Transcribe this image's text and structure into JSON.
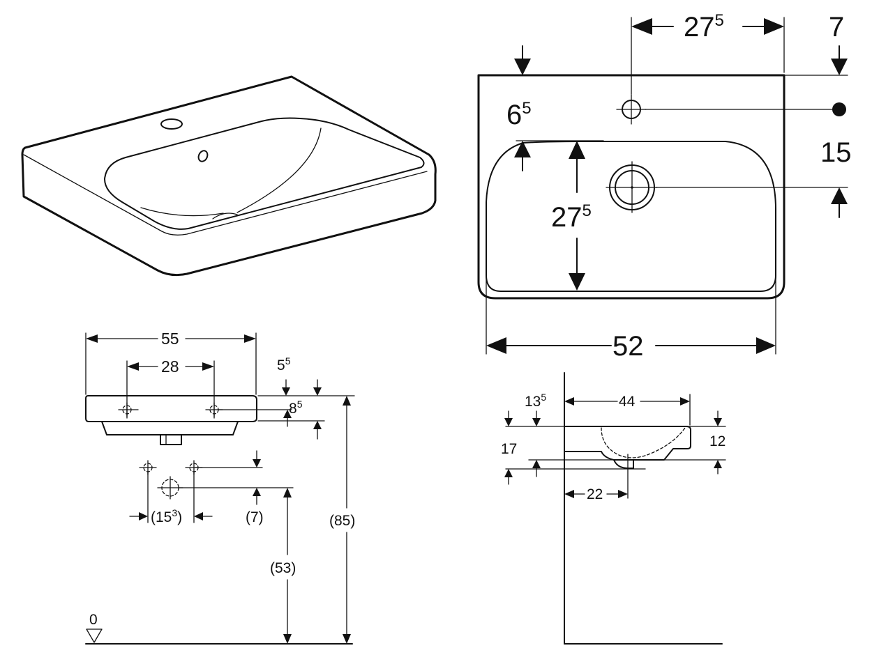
{
  "top_view": {
    "d1_main": "27",
    "d1_sup": "5",
    "d2": "7",
    "d3_main": "6",
    "d3_sup": "5",
    "d4": "15",
    "d5_main": "27",
    "d5_sup": "5",
    "d6": "52"
  },
  "front_view": {
    "d1": "55",
    "d2": "28",
    "d3_main": "5",
    "d3_sup": "5",
    "d4_main": "8",
    "d4_sup": "5",
    "d5_pre": "(15",
    "d5_sup": "3",
    "d5_post": ")",
    "d6": "(7)",
    "d7": "(85)",
    "d8": "(53)",
    "floor_label": "0"
  },
  "side_view": {
    "d1_main": "13",
    "d1_sup": "5",
    "d2": "44",
    "d3": "17",
    "d4": "12",
    "d5": "22"
  }
}
